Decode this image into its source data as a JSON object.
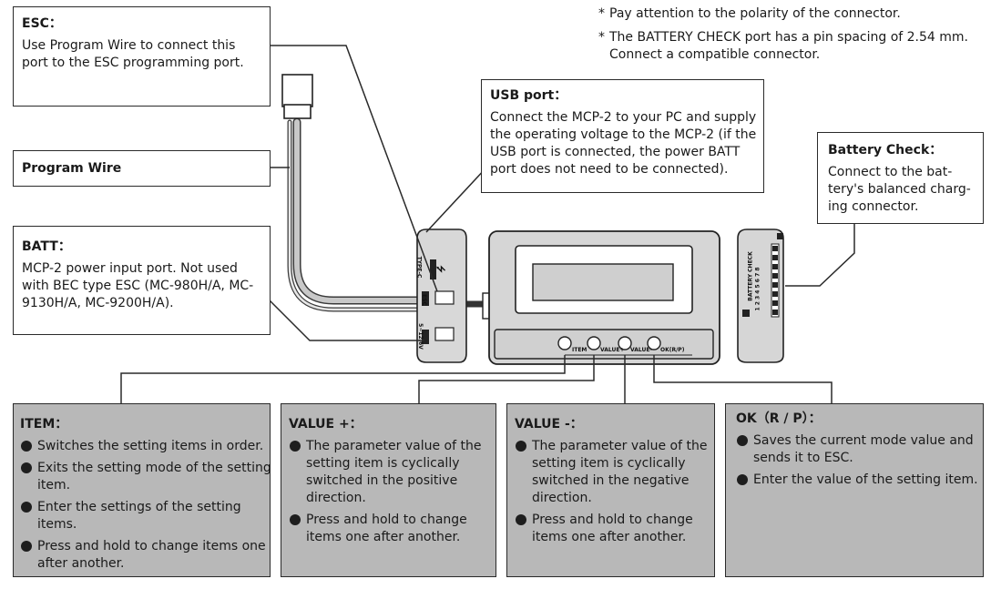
{
  "notes": [
    {
      "mark": "*",
      "text": "Pay attention to the polarity of the connector."
    },
    {
      "mark": "*",
      "text": "The BATTERY CHECK port has a pin spacing of 2.54 mm.\nConnect a compatible connector."
    }
  ],
  "esc": {
    "title": "ESC：",
    "body": "Use Program Wire to connect this\nport to the ESC programming port."
  },
  "program_wire": {
    "title": "Program Wire"
  },
  "batt": {
    "title": "BATT：",
    "body": "MCP-2 power input port. Not used\nwith BEC type ESC (MC-980H/A, MC-\n9130H/A, MC-9200H/A)."
  },
  "usb": {
    "title": "USB port：",
    "body": "Connect the MCP-2 to your PC and supply\nthe operating voltage to the MCP-2 (if the\nUSB port is connected, the power BATT\nport does not need to be connected)."
  },
  "battery_check": {
    "title": "Battery Check：",
    "body": "Connect to the bat-\ntery's balanced charg-\ning connector."
  },
  "item": {
    "title": "ITEM：",
    "bullets": [
      "Switches the setting items in order.",
      "Exits the setting mode of the setting\nitem.",
      "Enter the settings of the setting\nitems.",
      "Press and hold to change items one\nafter another."
    ]
  },
  "value_plus": {
    "title": "VALUE +：",
    "bullets": [
      "The parameter value of the\nsetting item is cyclically\nswitched in the positive\ndirection.",
      "Press and hold to change\nitems one after another."
    ]
  },
  "value_minus": {
    "title": "VALUE -：",
    "bullets": [
      "The parameter value of the\nsetting item is cyclically\nswitched in the negative\ndirection.",
      "Press and hold to change\nitems one after another."
    ]
  },
  "ok": {
    "title": "OK（R / P）：",
    "bullets": [
      "Saves the current mode value and\nsends it to ESC.",
      "Enter the value of the setting item."
    ]
  },
  "device_labels": {
    "typec": "TYPE-C",
    "esc_port": "ESC",
    "batt_port": "5~12.6V",
    "item_btn": "ITEM",
    "value_plus_btn": "VALUE+",
    "value_minus_btn": "VALUE-",
    "ok_btn": "OK(R/P)",
    "battery_check": "BATTERY CHECK",
    "pins": "1 2 3 4 5 6 7 8"
  },
  "colors": {
    "panel_grey": "#b8b8b8",
    "device_grey": "#d4d4d4",
    "line": "#2a2a2a"
  }
}
